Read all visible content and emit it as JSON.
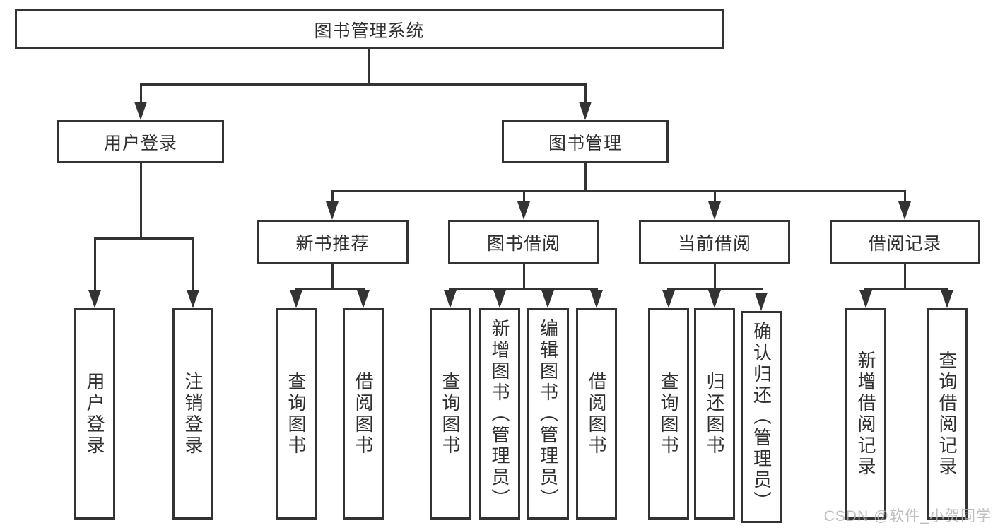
{
  "tree": {
    "root": {
      "label": "图书管理系统",
      "children": [
        {
          "label": "用户登录",
          "children": [
            {
              "label": "用户登录"
            },
            {
              "label": "注销登录"
            }
          ]
        },
        {
          "label": "图书管理",
          "children": [
            {
              "label": "新书推荐",
              "children": [
                {
                  "label": "查询图书"
                },
                {
                  "label": "借阅图书"
                }
              ]
            },
            {
              "label": "图书借阅",
              "children": [
                {
                  "label": "查询图书"
                },
                {
                  "label": "新增图书（管理员）"
                },
                {
                  "label": "编辑图书（管理员）"
                },
                {
                  "label": "借阅图书"
                }
              ]
            },
            {
              "label": "当前借阅",
              "children": [
                {
                  "label": "查询图书"
                },
                {
                  "label": "归还图书"
                },
                {
                  "label": "确认归还（管理员）"
                }
              ]
            },
            {
              "label": "借阅记录",
              "children": [
                {
                  "label": "新增借阅记录"
                },
                {
                  "label": "查询借阅记录"
                }
              ]
            }
          ]
        }
      ]
    }
  },
  "watermark": {
    "text": "CSDN @软件_小贺同学"
  },
  "colors": {
    "line": "#333333",
    "text": "#2f2f2f",
    "background": "#ffffff",
    "watermark": "#b3b3b6"
  }
}
